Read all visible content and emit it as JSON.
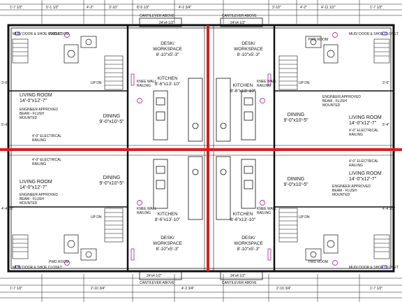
{
  "colors": {
    "line": "#111111",
    "accent_red": "#d62020",
    "magenta": "#b030b0",
    "blue": "#1b1be0"
  },
  "units": {
    "top_left": {
      "entry_label": "MUD/ DOOR & SHOE CLOSET",
      "pwd_label": "PWD ROOM",
      "desk_label": [
        "DESK/",
        "WORKSPACE"
      ],
      "desk_dims": "8'-10\"x5'-3\"",
      "kitchen_label": "KITCHEN",
      "kitchen_dims": "8'-6\"x13'-10\"",
      "knee_label": [
        "KNEE WALL",
        "RAILING"
      ],
      "living_label": "LIVING ROOM",
      "living_dims": "14'-0\"x12'-7\"",
      "dining_label": "DINING",
      "dining_dims": "9'-0\"x10'-5\"",
      "beam_label": [
        "ENGINEER APPROVED",
        "BEAM - FLUSH",
        "MOUNTED"
      ],
      "elec_label": [
        "4'-0\" ELECTRICAL",
        "RAILING"
      ],
      "cantilever": "CANTILEVER ABOVE",
      "stair_note": "UP DN"
    },
    "top_right": {
      "entry_label": "MUD/ DOOR & SHOE CLOSET",
      "pwd_label": "PWD ROOM",
      "desk_label": [
        "DESK/",
        "WORKSPACE"
      ],
      "desk_dims": "8'-10\"x5'-3\"",
      "kitchen_label": "KITCHEN",
      "kitchen_dims": "8'-6\"x13'-10\"",
      "knee_label": [
        "KNEE WALL",
        "RAILING"
      ],
      "living_label": "LIVING ROOM",
      "living_dims": "14'-0\"x12'-7\"",
      "dining_label": "DINING",
      "dining_dims": "9'-0\"x10'-5\"",
      "beam_label": [
        "ENGINEER APPROVED",
        "BEAM - FLUSH",
        "MOUNTED"
      ],
      "elec_label": [
        "4'-0\" ELECTRICAL",
        "RAILING"
      ],
      "cantilever": "CANTILEVER ABOVE",
      "stair_note": "UP DN"
    },
    "bottom_left": {
      "entry_label": "MUD/ DOOR & SHOE CLOSET",
      "pwd_label": "PWD ROOM",
      "desk_label": [
        "DESK/",
        "WORKSPACE"
      ],
      "desk_dims": "8'-10\"x5'-3\"",
      "kitchen_label": "KITCHEN",
      "kitchen_dims": "8'-6\"x13'-10\"",
      "knee_label": [
        "KNEE WALL",
        "RAILING"
      ],
      "living_label": "LIVING ROOM",
      "living_dims": "14'-0\"x12'-7\"",
      "dining_label": "DINING",
      "dining_dims": "9'-0\"x10'-5\"",
      "beam_label": [
        "ENGINEER APPROVED",
        "BEAM - FLUSH",
        "MOUNTED"
      ],
      "elec_label": [
        "4'-0\" ELECTRICAL",
        "RAILING"
      ],
      "cantilever": "CANTILEVER ABOVE",
      "stair_note": "UP DN"
    },
    "bottom_right": {
      "entry_label": "MUD/ DOOR & SHOE CLOSET",
      "pwd_label": "PWD ROOM",
      "desk_label": [
        "DESK/",
        "WORKSPACE"
      ],
      "desk_dims": "8'-10\"x5'-3\"",
      "kitchen_label": "KITCHEN",
      "kitchen_dims": "8'-6\"x13'-10\"",
      "knee_label": [
        "KNEE WALL",
        "RAILING"
      ],
      "living_label": "LIVING ROOM",
      "living_dims": "14'-0\"x12'-7\"",
      "dining_label": "DINING",
      "dining_dims": "9'-0\"x10'-5\"",
      "beam_label": [
        "ENGINEER APPROVED",
        "BEAM - FLUSH",
        "MOUNTED"
      ],
      "elec_label": [
        "4'-0\" ELECTRICAL",
        "RAILING"
      ],
      "cantilever": "CANTILEVER ABOVE",
      "stair_note": "UP DN"
    }
  },
  "dims_top": [
    "1'-7 1/2\"",
    "5'-1 1/2\"",
    "4'-2\"",
    "3'-10\"",
    "8'-5 1/2\"",
    "24'x4 1/2\"",
    "4'-2 3/4\"",
    "24'x4 1/2\"",
    "3'-10\"",
    "4'-2\"",
    "4'-11 1/2\"",
    "1'-7 1/2\""
  ],
  "dims_bottom": [
    "1'-7 1/2\"",
    "2'-10 3/4\"",
    "24'x4 1/2\"",
    "4'-2 3/4\"",
    "24'x4 1/2\"",
    "2'-10 3/4\"",
    "1'-7 1/2\""
  ],
  "dims_side": [
    "3'-6\"",
    "5'-4\"",
    "3'-6\"",
    "5'-4\"",
    "4'-4 1/2\"",
    "4'-4 1/2\""
  ]
}
